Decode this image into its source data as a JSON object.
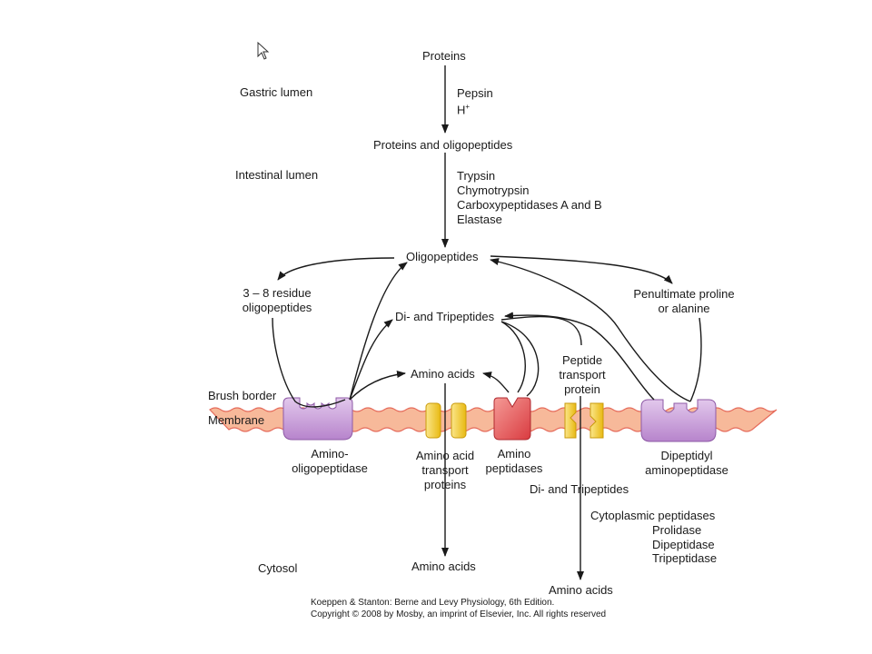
{
  "regions": {
    "gastric_lumen": "Gastric lumen",
    "intestinal_lumen": "Intestinal lumen",
    "brush_border": "Brush border",
    "membrane": "Membrane",
    "cytosol": "Cytosol"
  },
  "substrates": {
    "proteins": "Proteins",
    "proteins_oligopeptides": "Proteins and oligopeptides",
    "oligopeptides": "Oligopeptides",
    "residue_oligo_1": "3 – 8 residue",
    "residue_oligo_2": "oligopeptides",
    "di_tri_lumen": "Di- and Tripeptides",
    "amino_acids_lumen": "Amino acids",
    "penultimate_1": "Penultimate proline",
    "penultimate_2": "or alanine",
    "di_tri_cytosol": "Di- and Tripeptides",
    "amino_acids_cyto_1": "Amino acids",
    "amino_acids_cyto_2": "Amino acids"
  },
  "enzymes": {
    "pepsin": "Pepsin",
    "h_plus": "H",
    "h_plus_sup": "+",
    "trypsin": "Trypsin",
    "chymotrypsin": "Chymotrypsin",
    "carboxypeptidases": "Carboxypeptidases A and B",
    "elastase": "Elastase",
    "amino_oligo_1": "Amino-",
    "amino_oligo_2": "oligopeptidase",
    "aa_transport_1": "Amino acid",
    "aa_transport_2": "transport",
    "aa_transport_3": "proteins",
    "amino_pep_1": "Amino",
    "amino_pep_2": "peptidases",
    "peptide_transport_1": "Peptide",
    "peptide_transport_2": "transport",
    "peptide_transport_3": "protein",
    "dipeptidyl_1": "Dipeptidyl",
    "dipeptidyl_2": "aminopeptidase",
    "cyto_peptidases": "Cytoplasmic peptidases",
    "prolidase": "Prolidase",
    "dipeptidase": "Dipeptidase",
    "tripeptidase": "Tripeptidase"
  },
  "credit": {
    "line1": "Koeppen & Stanton: Berne and Levy Physiology, 6th Edition.",
    "line2": "Copyright © 2008 by Mosby, an imprint of Elsevier, Inc. All rights reserved"
  },
  "colors": {
    "membrane": "#f7b99a",
    "membrane_edge": "#e56a5a",
    "enzyme_purple": "#c9a3d8",
    "enzyme_red": "#e8585a",
    "transporter_yellow": "#f6d23a"
  }
}
